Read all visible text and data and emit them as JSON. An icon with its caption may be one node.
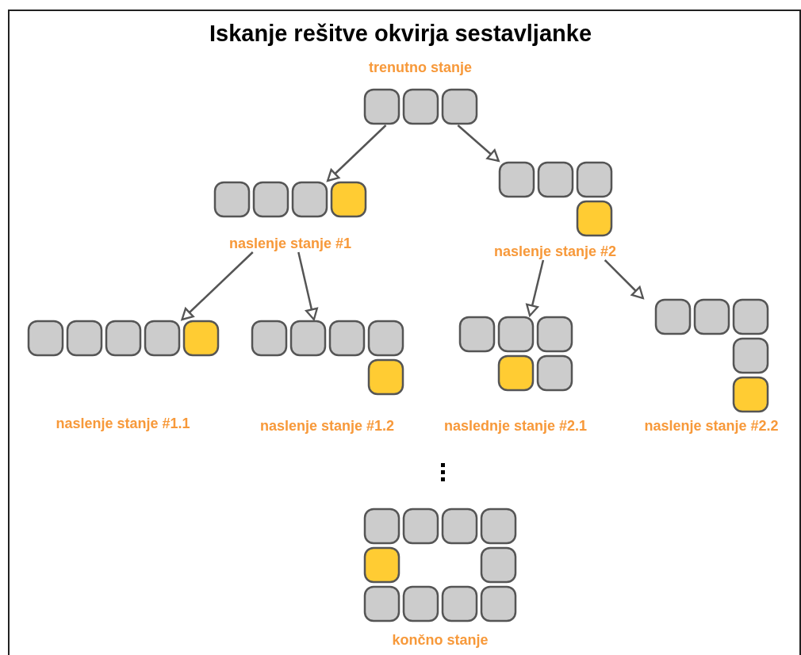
{
  "diagram": {
    "title": "Iskanje rešitve okvirja sestavljanke",
    "nodes": [
      {
        "text": [
          "trenutno stanje"
        ]
      },
      {
        "text": [
          "naslenje stanje #1"
        ]
      },
      {
        "text": [
          "naslenje stanje #2"
        ]
      },
      {
        "text": [
          "naslenje stanje #1.1"
        ]
      },
      {
        "text": [
          "naslenje stanje #1.2"
        ]
      },
      {
        "text": [
          "naslednje stanje #2.1"
        ]
      },
      {
        "text": [
          "naslenje stanje #2.2"
        ]
      },
      {
        "text": [
          "končno stanje"
        ]
      }
    ],
    "edges": [
      {
        "from": 0,
        "to": 1,
        "arrow": "to"
      },
      {
        "from": 0,
        "to": 2,
        "arrow": "to"
      },
      {
        "from": 1,
        "to": 3,
        "arrow": "to"
      },
      {
        "from": 1,
        "to": 4,
        "arrow": "to"
      },
      {
        "from": 2,
        "to": 5,
        "arrow": "to"
      },
      {
        "from": 2,
        "to": 6,
        "arrow": "to"
      }
    ]
  }
}
